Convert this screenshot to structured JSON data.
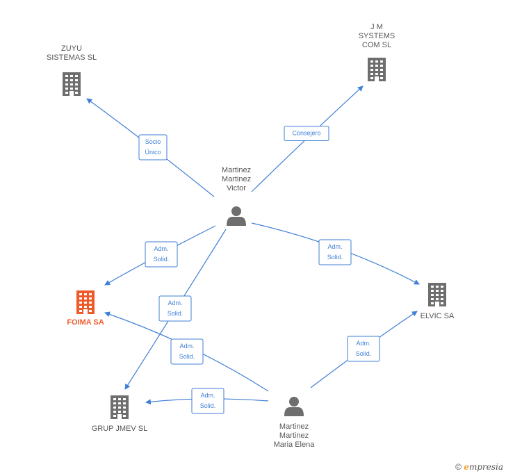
{
  "nodes": [
    {
      "id": "zuyu",
      "type": "company",
      "label_lines": [
        "ZUYU",
        "SISTEMAS SL"
      ],
      "highlight": false
    },
    {
      "id": "jm",
      "type": "company",
      "label_lines": [
        "J M",
        "SYSTEMS",
        "COM SL"
      ],
      "highlight": false
    },
    {
      "id": "victor",
      "type": "person",
      "label_lines": [
        "Martinez",
        "Martinez",
        "Victor"
      ],
      "highlight": false
    },
    {
      "id": "foima",
      "type": "company",
      "label_lines": [
        "FOIMA SA"
      ],
      "highlight": true
    },
    {
      "id": "elvic",
      "type": "company",
      "label_lines": [
        "ELVIC SA"
      ],
      "highlight": false
    },
    {
      "id": "grup",
      "type": "company",
      "label_lines": [
        "GRUP JMEV SL"
      ],
      "highlight": false
    },
    {
      "id": "elena",
      "type": "person",
      "label_lines": [
        "Martinez",
        "Martinez",
        "Maria Elena"
      ],
      "highlight": false
    }
  ],
  "edges": [
    {
      "from": "victor",
      "to": "zuyu",
      "label_lines": [
        "Socio",
        "Único"
      ]
    },
    {
      "from": "victor",
      "to": "jm",
      "label_lines": [
        "Consejero"
      ]
    },
    {
      "from": "victor",
      "to": "foima",
      "label_lines": [
        "Adm.",
        "Solid."
      ]
    },
    {
      "from": "victor",
      "to": "elvic",
      "label_lines": [
        "Adm.",
        "Solid."
      ]
    },
    {
      "from": "victor",
      "to": "grup",
      "label_lines": [
        "Adm.",
        "Solid."
      ]
    },
    {
      "from": "elena",
      "to": "foima",
      "label_lines": [
        "Adm.",
        "Solid."
      ]
    },
    {
      "from": "elena",
      "to": "grup",
      "label_lines": [
        "Adm.",
        "Solid."
      ]
    },
    {
      "from": "elena",
      "to": "elvic",
      "label_lines": [
        "Adm.",
        "Solid."
      ]
    }
  ],
  "colors": {
    "edge": "#3f7fd6",
    "icon": "#6e6e6e",
    "highlight": "#ee5a2a"
  },
  "watermark": {
    "copyright_symbol": "©",
    "brand_initial": "e",
    "brand_rest": "mpresia"
  }
}
